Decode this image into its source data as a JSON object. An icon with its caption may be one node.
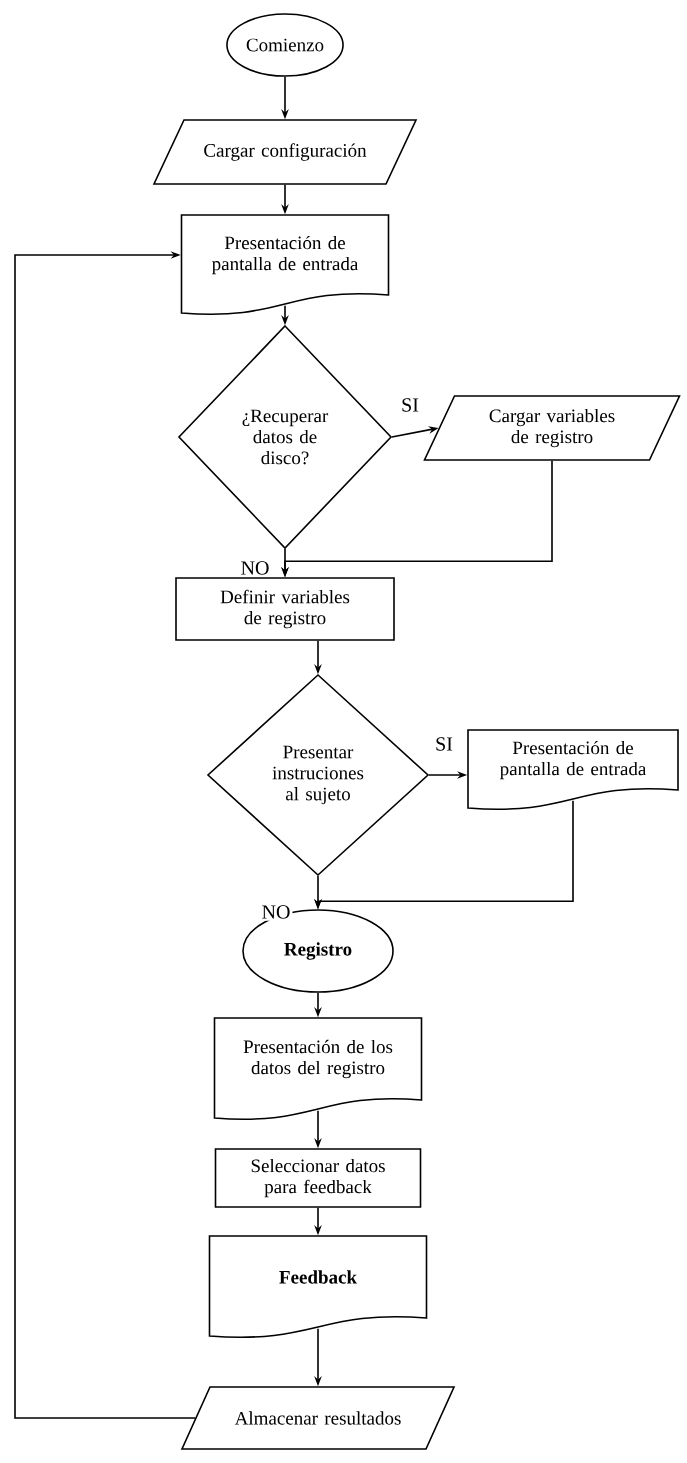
{
  "diagram": {
    "nodes": [
      {
        "text": [
          "Comienzo"
        ]
      },
      {
        "text": [
          "Cargar configuración"
        ]
      },
      {
        "text": [
          "Presentación de pantalla de entrada"
        ]
      },
      {
        "text": [
          "¿Recuperar datos de disco?"
        ]
      },
      {
        "text": [
          "Cargar variables de registro"
        ]
      },
      {
        "text": [
          "Definir variables de registro"
        ]
      },
      {
        "text": [
          "Presentar instruciones al sujeto"
        ]
      },
      {
        "text": [
          "Presentación de pantalla de entrada"
        ]
      },
      {
        "text": [
          "Registro"
        ]
      },
      {
        "text": [
          "Presentación de los datos del registro"
        ]
      },
      {
        "text": [
          "Seleccionar datos para feedback"
        ]
      },
      {
        "text": [
          "Feedback"
        ]
      },
      {
        "text": [
          "Almacenar resultados"
        ]
      }
    ],
    "edges": [
      {
        "from": 0,
        "to": 1,
        "arrow": "to"
      },
      {
        "from": 1,
        "to": 2,
        "arrow": "to"
      },
      {
        "from": 2,
        "to": 3,
        "arrow": "to"
      },
      {
        "from": 3,
        "to": 4,
        "arrow": "to",
        "label": "SI"
      },
      {
        "from": 4,
        "to": 5,
        "arrow": "to"
      },
      {
        "from": 3,
        "to": 5,
        "arrow": "to",
        "label": "NO"
      },
      {
        "from": 5,
        "to": 6,
        "arrow": "to"
      },
      {
        "from": 6,
        "to": 7,
        "arrow": "to",
        "label": "SI"
      },
      {
        "from": 7,
        "to": 8,
        "arrow": "to"
      },
      {
        "from": 6,
        "to": 8,
        "arrow": "to",
        "label": "NO"
      },
      {
        "from": 8,
        "to": 9,
        "arrow": "to"
      },
      {
        "from": 9,
        "to": 10,
        "arrow": "to"
      },
      {
        "from": 10,
        "to": 11,
        "arrow": "to"
      },
      {
        "from": 11,
        "to": 12,
        "arrow": "to"
      },
      {
        "from": 12,
        "to": 2,
        "arrow": "to"
      }
    ]
  }
}
